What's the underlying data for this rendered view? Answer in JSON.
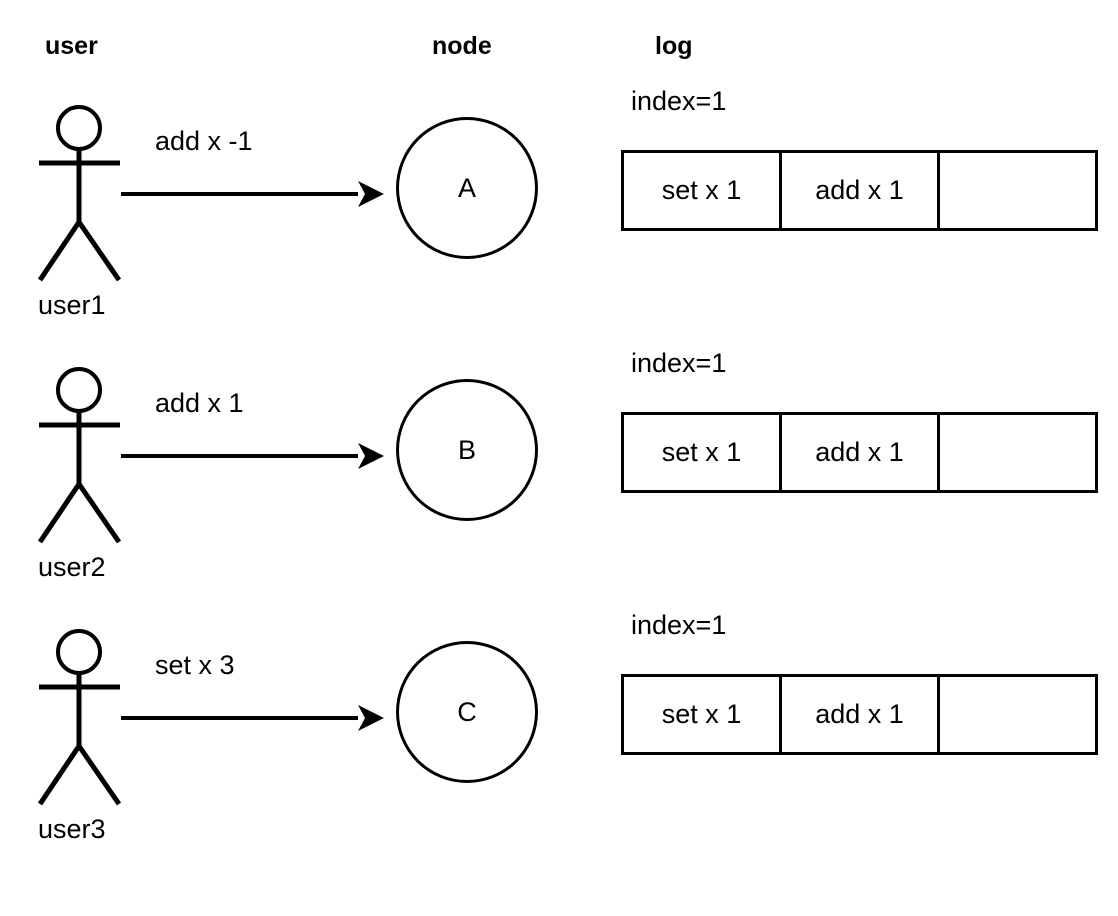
{
  "headers": {
    "user": "user",
    "node": "node",
    "log": "log"
  },
  "colors": {
    "stroke": "#000000",
    "background": "#ffffff",
    "text": "#000000"
  },
  "rows": [
    {
      "actor_label": "user1",
      "actor_icon": "stick-figure-icon",
      "arrow_label": "add x -1",
      "arrow_icon": "arrow-right-icon",
      "node_label": "A",
      "log_index": "index=1",
      "log_cells": [
        "set x 1",
        "add x 1",
        ""
      ]
    },
    {
      "actor_label": "user2",
      "actor_icon": "stick-figure-icon",
      "arrow_label": "add x 1",
      "arrow_icon": "arrow-right-icon",
      "node_label": "B",
      "log_index": "index=1",
      "log_cells": [
        "set x 1",
        "add x 1",
        ""
      ]
    },
    {
      "actor_label": "user3",
      "actor_icon": "stick-figure-icon",
      "arrow_label": "set x 3",
      "arrow_icon": "arrow-right-icon",
      "node_label": "C",
      "log_index": "index=1",
      "log_cells": [
        "set x 1",
        "add x 1",
        ""
      ]
    }
  ]
}
